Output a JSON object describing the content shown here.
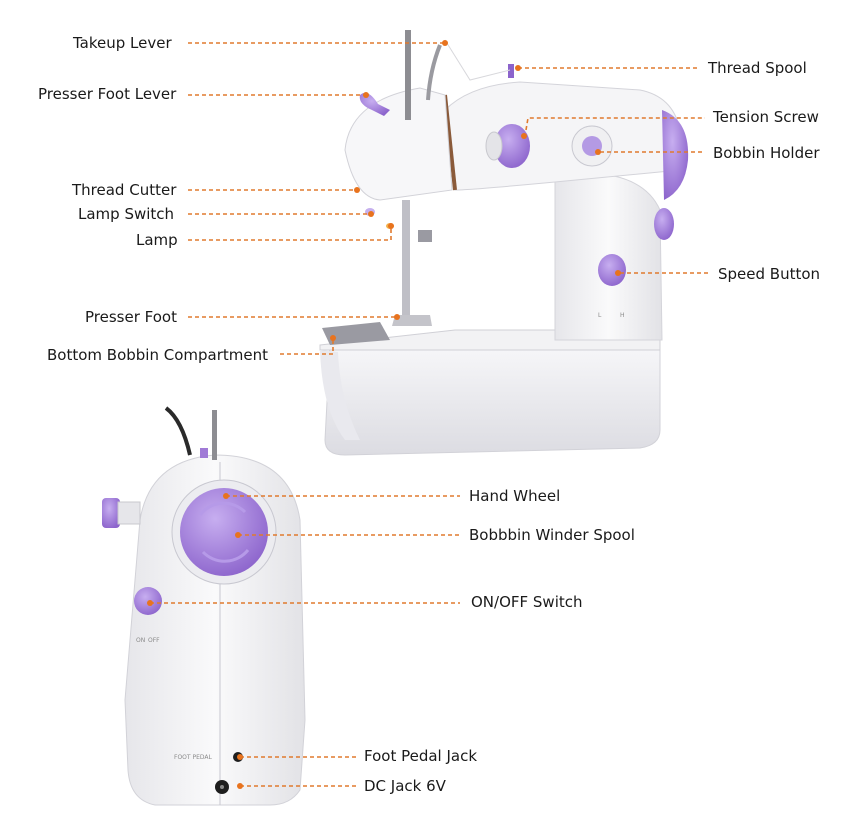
{
  "labels": {
    "takeup_lever": "Takeup Lever",
    "presser_foot_lever": "Presser Foot Lever",
    "thread_cutter": "Thread Cutter",
    "lamp_switch": "Lamp Switch",
    "lamp": "Lamp",
    "presser_foot": "Presser Foot",
    "bottom_bobbin_compartment": "Bottom Bobbin Compartment",
    "thread_spool": "Thread Spool",
    "tension_screw": "Tension Screw",
    "bobbin_holder": "Bobbin Holder",
    "speed_button": "Speed Button",
    "hand_wheel": "Hand Wheel",
    "bobbin_winder_spool": "Bobbbin Winder Spool",
    "on_off_switch": "ON/OFF Switch",
    "foot_pedal_jack": "Foot Pedal Jack",
    "dc_jack": "DC Jack 6V"
  },
  "machine_markings": {
    "speed_low": "L",
    "speed_high": "H",
    "switch_on": "ON",
    "switch_off": "OFF",
    "foot_pedal": "FOOT PEDAL"
  },
  "colors": {
    "leader": "#e07a2e",
    "dot": "#e8731e",
    "accent_purple": "#a07ad6",
    "body_white": "#f4f4f6"
  }
}
